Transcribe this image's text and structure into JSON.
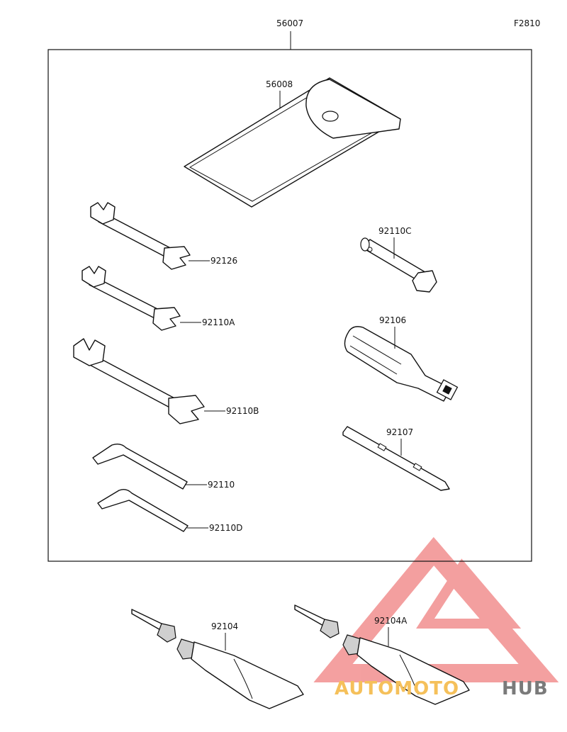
{
  "diagram": {
    "code": "F2810",
    "kit_part": "56007",
    "parts": [
      {
        "id": "bag",
        "number": "56008"
      },
      {
        "id": "wrench-1",
        "number": "92126"
      },
      {
        "id": "wrench-2",
        "number": "92110A"
      },
      {
        "id": "wrench-3",
        "number": "92110B"
      },
      {
        "id": "hex-key-1",
        "number": "92110"
      },
      {
        "id": "hex-key-2",
        "number": "92110D"
      },
      {
        "id": "plug-wrench",
        "number": "92110C"
      },
      {
        "id": "screwdriver-handle",
        "number": "92106"
      },
      {
        "id": "screwdriver-bit",
        "number": "92107"
      },
      {
        "id": "grease-tube-1",
        "number": "92104"
      },
      {
        "id": "grease-tube-2",
        "number": "92104A"
      }
    ]
  },
  "watermark": {
    "text_part1": "AUTOMOTO",
    "text_part2": "HUB",
    "color_primary": "#f08080",
    "color_secondary": "#f5c05a",
    "color_text_dark": "#7a7a7a"
  }
}
